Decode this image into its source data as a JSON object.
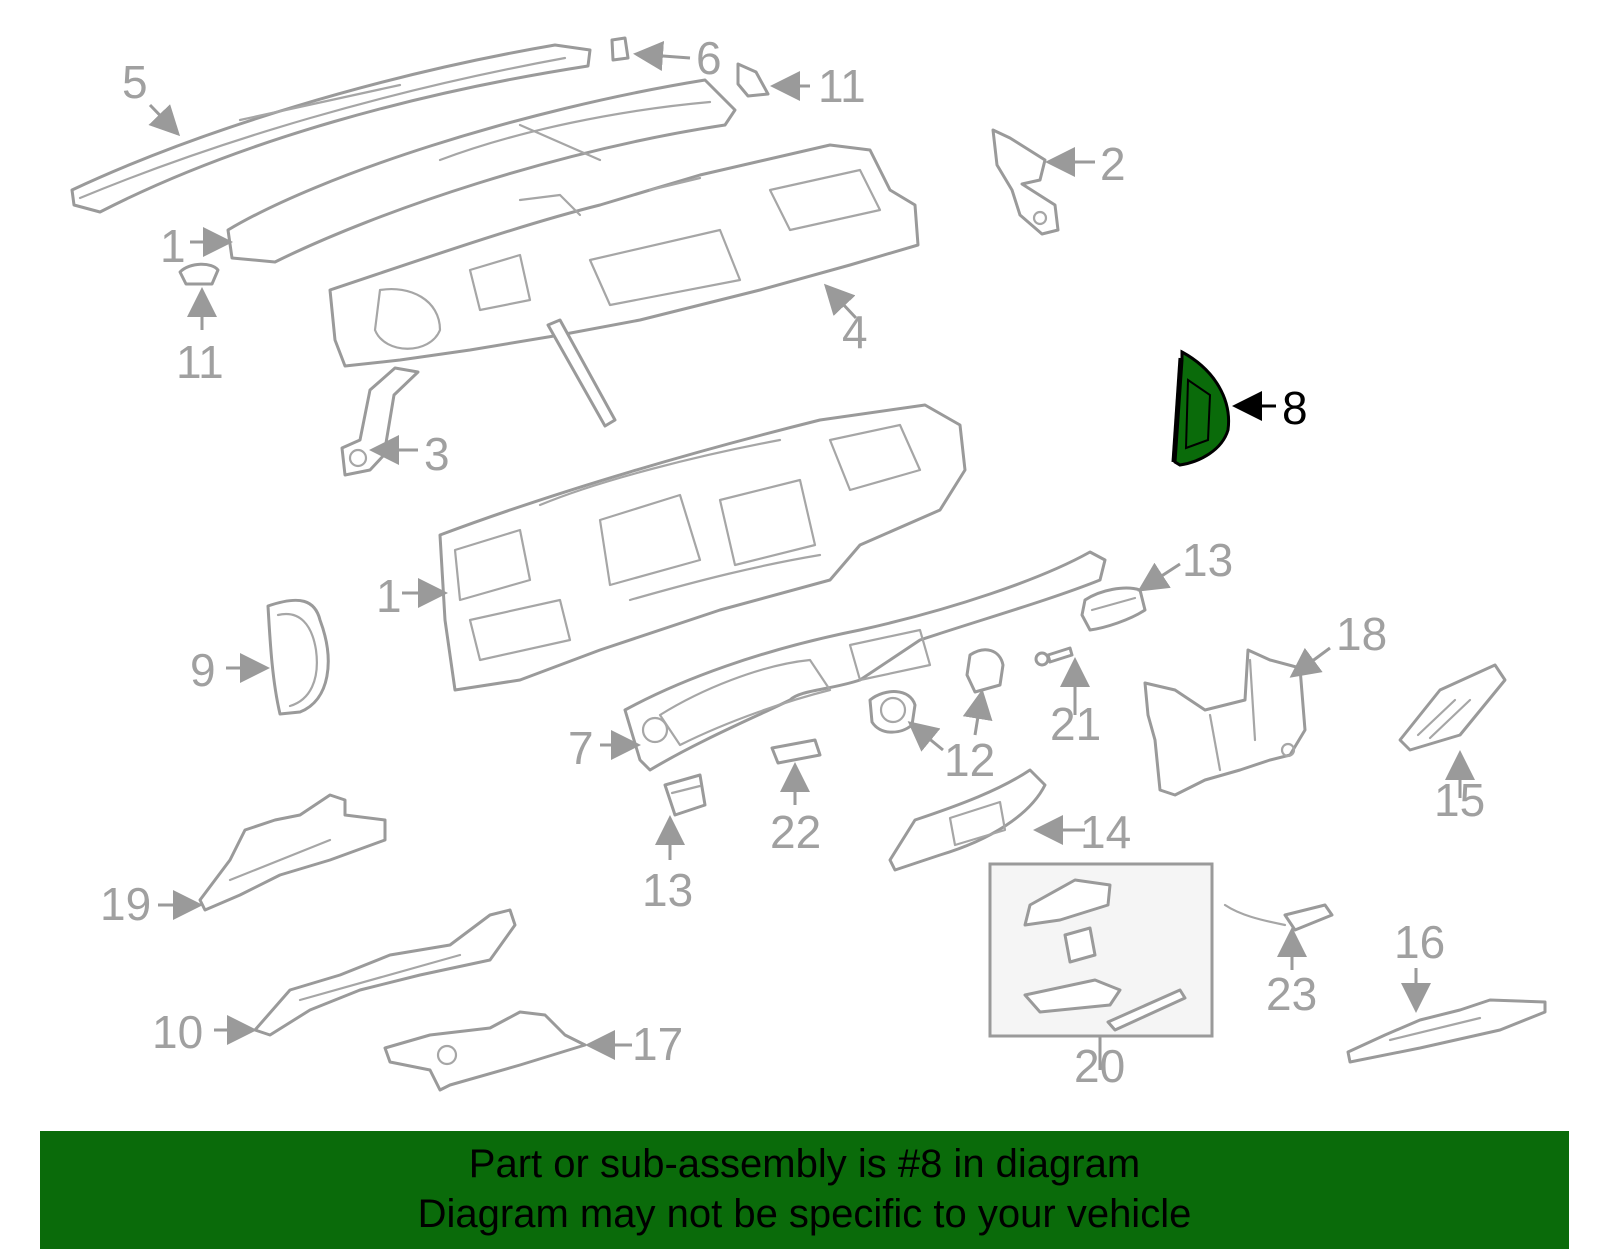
{
  "callouts": [
    "1",
    "1",
    "2",
    "3",
    "4",
    "5",
    "6",
    "7",
    "8",
    "9",
    "10",
    "11",
    "11",
    "12",
    "13",
    "13",
    "14",
    "15",
    "16",
    "17",
    "18",
    "19",
    "20",
    "21",
    "22",
    "23"
  ],
  "highlight": {
    "part_number": "8",
    "color": "#0a6b0a"
  },
  "banner": {
    "line1": "Part or sub-assembly is #8 in diagram",
    "line2": "Diagram may not be specific to your vehicle",
    "background": "#0a6b0a"
  }
}
